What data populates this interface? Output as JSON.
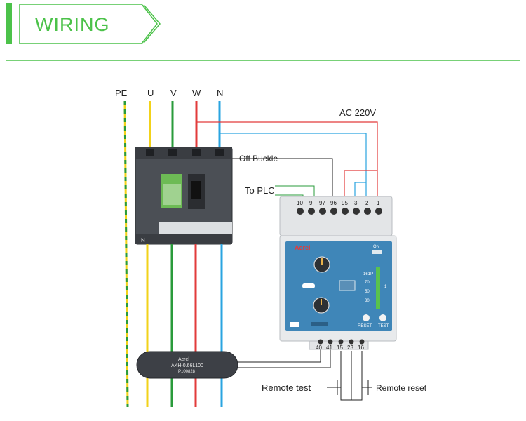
{
  "header": {
    "title": "WIRING",
    "accent_color": "#4cc24a"
  },
  "wires": {
    "pe": "PE",
    "u": "U",
    "v": "V",
    "w": "W",
    "n": "N"
  },
  "labels": {
    "ac_supply": "AC 220V",
    "off_buckle": "Off Buckle",
    "to_plc": "To PLC",
    "remote_test": "Remote test",
    "remote_reset": "Remote reset"
  },
  "relay": {
    "brand": "Acrel",
    "top_terminals": [
      "10",
      "9",
      "97",
      "96",
      "95",
      "3",
      "2",
      "1"
    ],
    "bottom_terminals": [
      "40",
      "41",
      "15",
      "23",
      "16"
    ],
    "panel_labels": [
      "ON",
      "161P",
      "70",
      "50",
      "30"
    ],
    "side_label": "1",
    "reset_label": "RESET",
    "test_label": "TEST"
  },
  "ct": {
    "brand": "Acrel",
    "model": "AKH-0.66L100",
    "serial": "P100828"
  },
  "breaker": {
    "n_mark": "N"
  },
  "colors": {
    "yellow": "#f2d21a",
    "green": "#2a9b3b",
    "red": "#e23b3b",
    "blue": "#2aa4e0",
    "black": "#222222",
    "relay_panel": "#3f86b8"
  }
}
